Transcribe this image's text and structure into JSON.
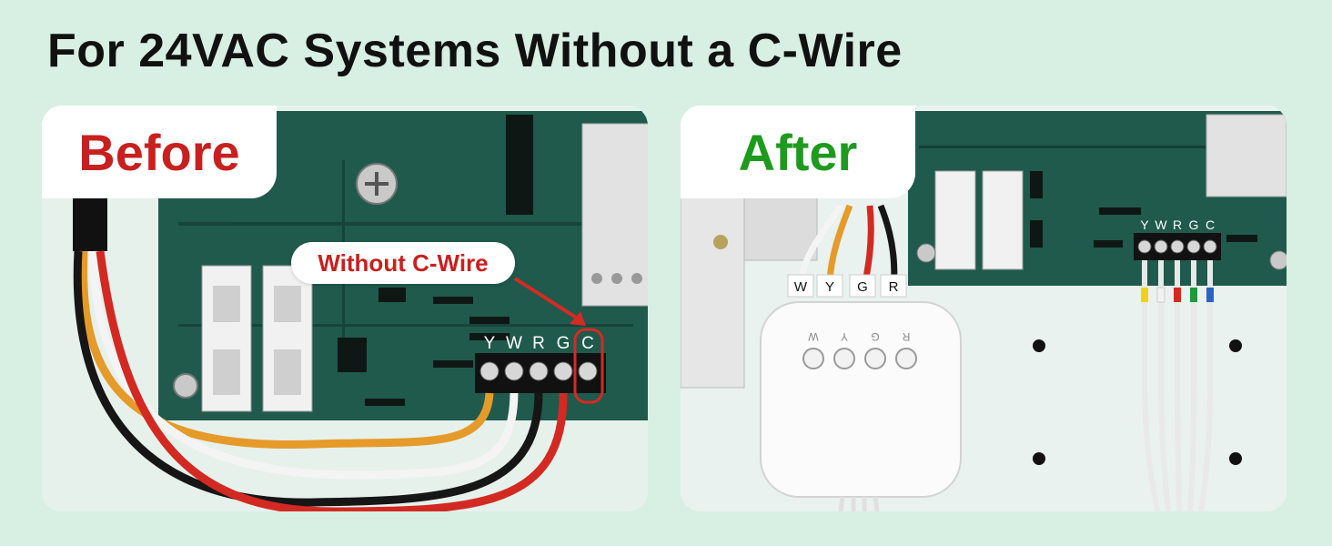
{
  "title": "For 24VAC Systems Without a C-Wire",
  "panels": {
    "before": {
      "label": "Before",
      "callout": "Without C-Wire",
      "terminals": [
        "Y",
        "W",
        "R",
        "G",
        "C"
      ]
    },
    "after": {
      "label": "After",
      "wire_tags": [
        "W",
        "Y",
        "G",
        "R"
      ],
      "device_labels": [
        "W",
        "Y",
        "G",
        "R"
      ],
      "terminals": [
        "Y",
        "W",
        "R",
        "G",
        "C"
      ]
    }
  },
  "colors": {
    "background": "#d8efe3",
    "board": "#1f5a4c",
    "before_label": "#c8201f",
    "after_label": "#1e9a1e",
    "callout_text": "#c8201f",
    "wire_orange": "#e59a2a",
    "wire_red": "#d22a22",
    "wire_white": "#f4f4f4",
    "wire_black": "#161616"
  }
}
